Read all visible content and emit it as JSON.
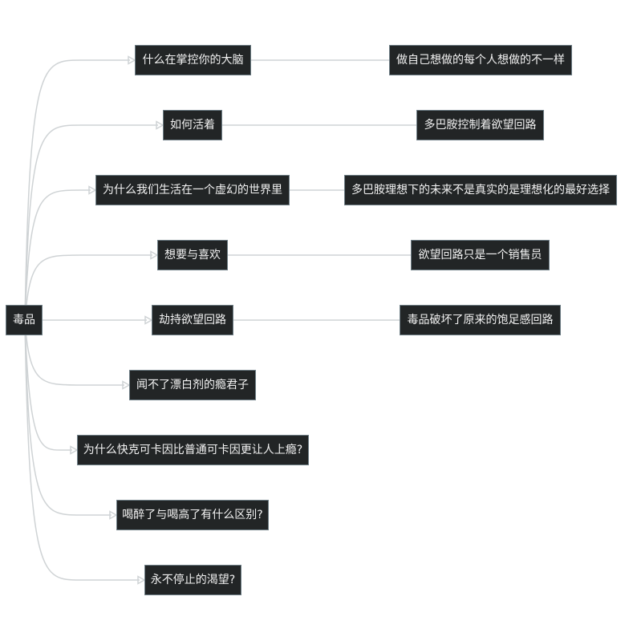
{
  "root": {
    "label": "毒品"
  },
  "branches": [
    {
      "label": "什么在掌控你的大脑",
      "child": "做自己想做的每个人想做的不一样"
    },
    {
      "label": "如何活着",
      "child": "多巴胺控制着欲望回路"
    },
    {
      "label": "为什么我们生活在一个虚幻的世界里",
      "child": "多巴胺理想下的未来不是真实的是理想化的最好选择"
    },
    {
      "label": "想要与喜欢",
      "child": "欲望回路只是一个销售员"
    },
    {
      "label": "劫持欲望回路",
      "child": "毒品破坏了原来的饱足感回路"
    },
    {
      "label": "闻不了漂白剂的瘾君子",
      "child": null
    },
    {
      "label": "为什么快克可卡因比普通可卡因更让人上瘾?",
      "child": null
    },
    {
      "label": "喝醉了与喝高了有什么区别?",
      "child": null
    },
    {
      "label": "永不停止的渴望?",
      "child": null
    }
  ],
  "colors": {
    "node_bg": "#222526",
    "node_border": "#6f7f87",
    "node_text": "#f2f2f2",
    "connector": "#cfd3d5"
  }
}
